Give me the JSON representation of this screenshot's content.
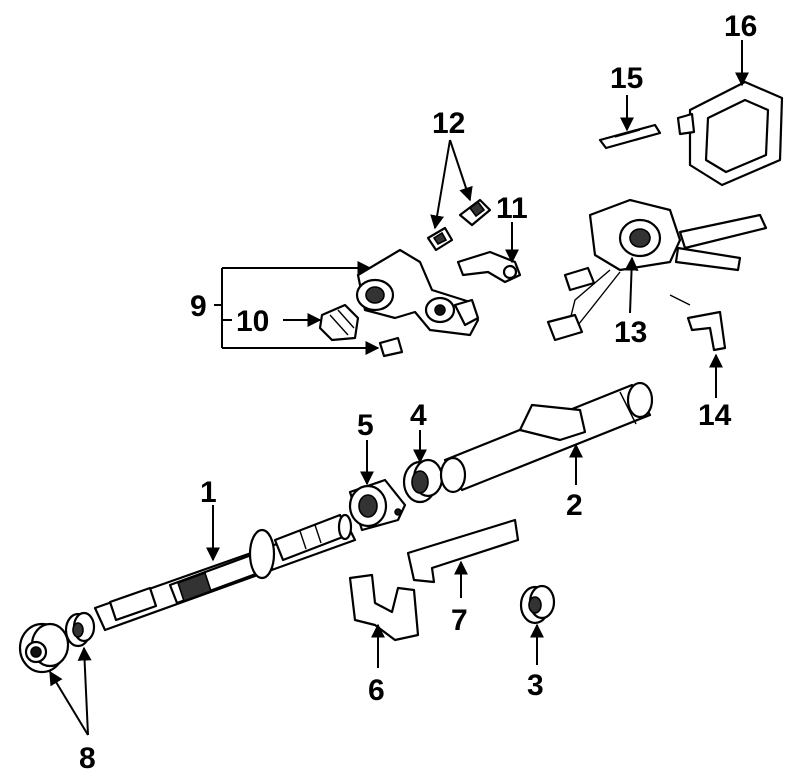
{
  "callouts": {
    "c1": "1",
    "c2": "2",
    "c3": "3",
    "c4": "4",
    "c5": "5",
    "c6": "6",
    "c7": "7",
    "c8": "8",
    "c9": "9",
    "c10": "10",
    "c11": "11",
    "c12": "12",
    "c13": "13",
    "c14": "14",
    "c15": "15",
    "c16": "16"
  },
  "colors": {
    "ink": "#000000",
    "paper": "#ffffff"
  }
}
